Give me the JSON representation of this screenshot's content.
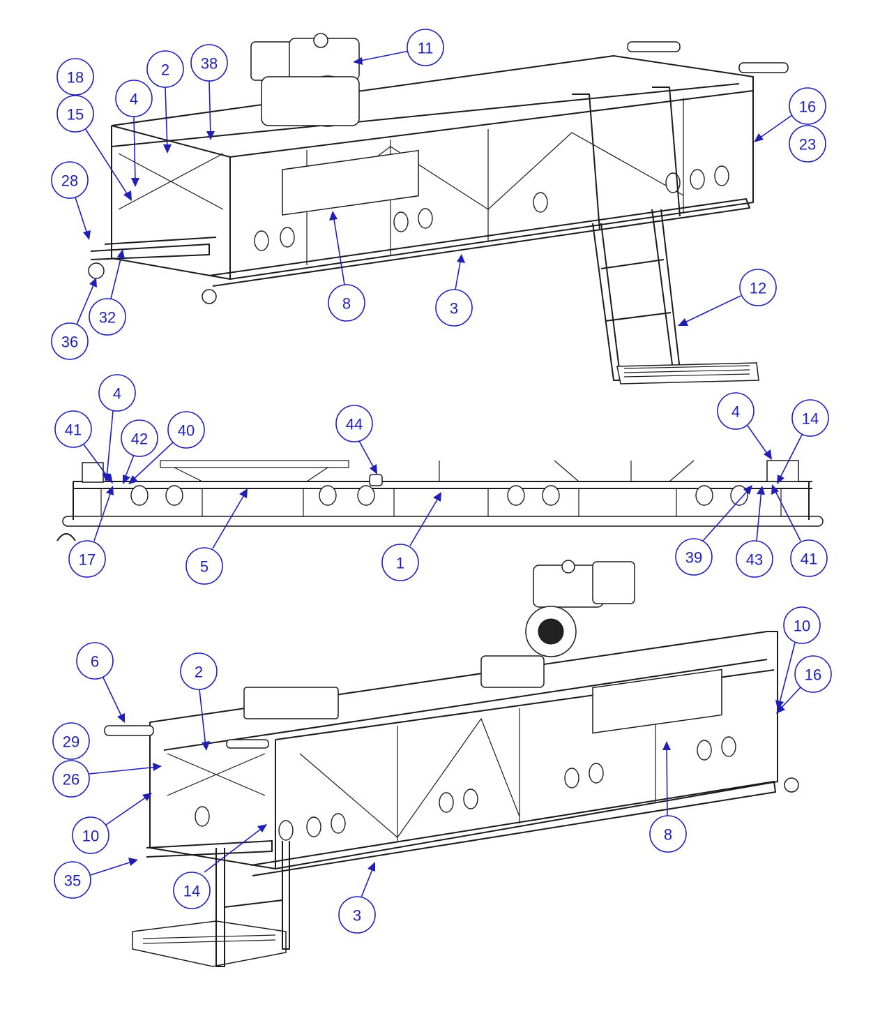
{
  "diagram": {
    "colors": {
      "balloon": "#1f1fb4",
      "line_art": "#1a1a1a",
      "background": "#ffffff"
    },
    "views": [
      {
        "id": "top-view",
        "callouts": [
          "11",
          "18",
          "2",
          "38",
          "4",
          "15",
          "16",
          "23",
          "28",
          "8",
          "3",
          "12",
          "32",
          "36"
        ]
      },
      {
        "id": "middle-view",
        "callouts": [
          "4",
          "41",
          "42",
          "40",
          "44",
          "4",
          "14",
          "17",
          "5",
          "1",
          "39",
          "43",
          "41"
        ]
      },
      {
        "id": "bottom-view",
        "callouts": [
          "10",
          "6",
          "2",
          "16",
          "29",
          "26",
          "10",
          "8",
          "35",
          "14",
          "3"
        ]
      }
    ]
  }
}
